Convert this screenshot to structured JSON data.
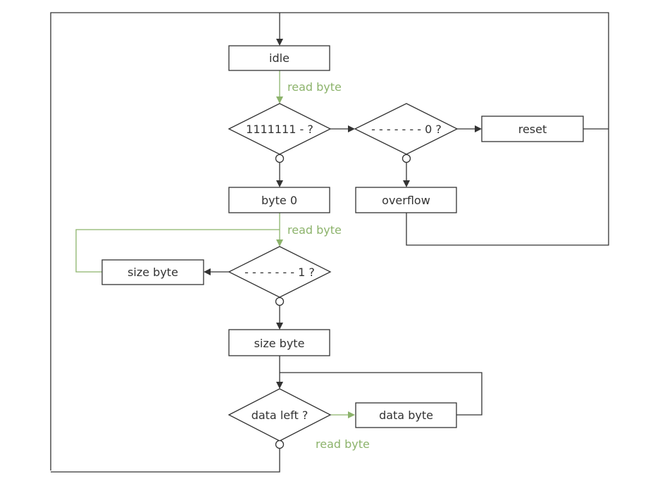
{
  "diagram": {
    "nodes": {
      "idle": "idle",
      "check_ones": "1111111 - ?",
      "check_zero": "- - - - - - - 0 ?",
      "reset": "reset",
      "byte0": "byte 0",
      "overflow": "overflow",
      "check_one": "- - - - - - - 1 ?",
      "size_byte_left": "size byte",
      "size_byte": "size byte",
      "data_left": "data left ?",
      "data_byte": "data byte"
    },
    "edge_labels": {
      "read_byte_1": "read byte",
      "read_byte_2": "read byte",
      "read_byte_3": "read byte"
    },
    "colors": {
      "line": "#333333",
      "accent": "#8cb36b"
    }
  }
}
